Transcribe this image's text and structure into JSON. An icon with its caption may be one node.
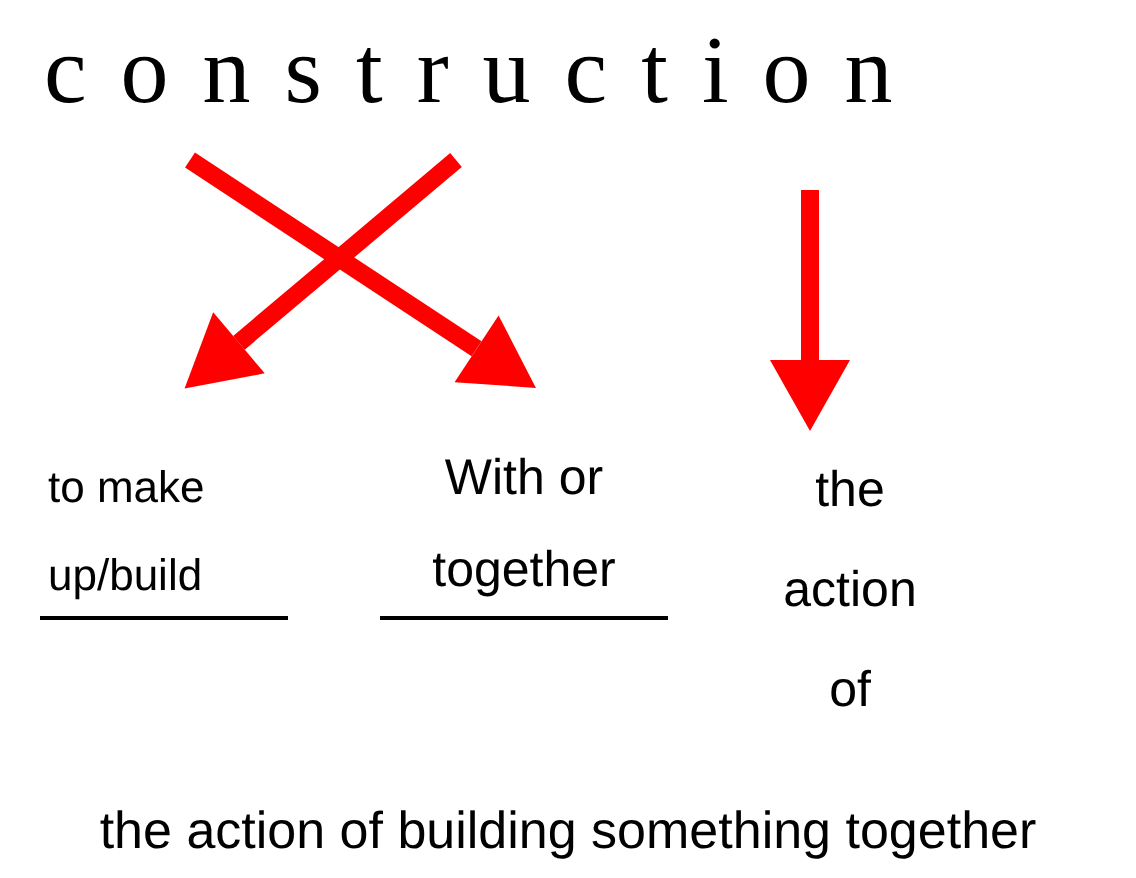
{
  "diagram": {
    "nodes": [
      {
        "text": [
          "construction"
        ]
      },
      {
        "text": [
          "to make up/build"
        ]
      },
      {
        "text": [
          "With or together"
        ]
      },
      {
        "text": [
          "the action of"
        ]
      }
    ],
    "edges": [
      {
        "from": 0,
        "to": 2,
        "arrow": "to"
      },
      {
        "from": 0,
        "to": 1,
        "arrow": "to"
      },
      {
        "from": 0,
        "to": 3,
        "arrow": "to"
      }
    ],
    "labels": [
      "the action of building something together"
    ]
  }
}
